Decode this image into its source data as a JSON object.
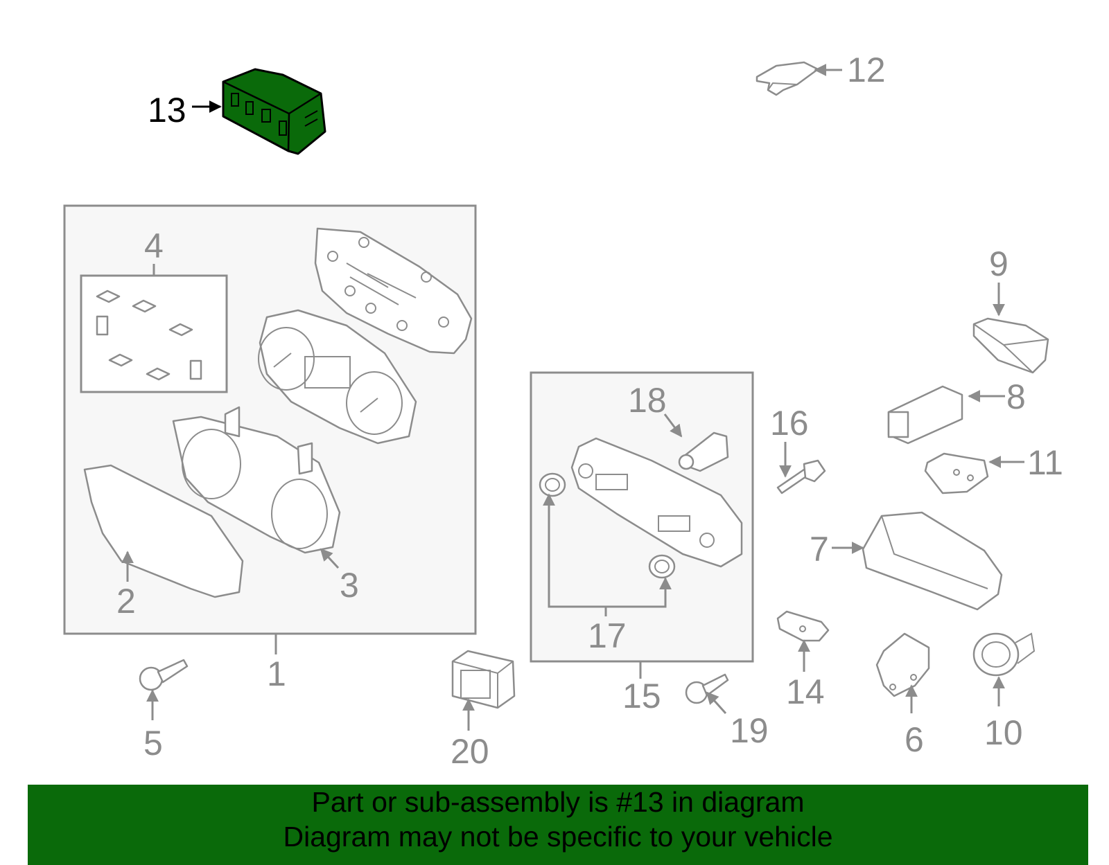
{
  "diagram": {
    "highlight_color": "#0a6a0a",
    "line_color": "#8c8c8c",
    "highlighted_part": "13",
    "callouts": [
      "1",
      "2",
      "3",
      "4",
      "5",
      "6",
      "7",
      "8",
      "9",
      "10",
      "11",
      "12",
      "13",
      "14",
      "15",
      "16",
      "17",
      "18",
      "19",
      "20"
    ]
  },
  "banner": {
    "line1": "Part or sub-assembly is #13 in diagram",
    "line2": "Diagram may not be specific to your vehicle",
    "background": "#0a6a0a"
  }
}
